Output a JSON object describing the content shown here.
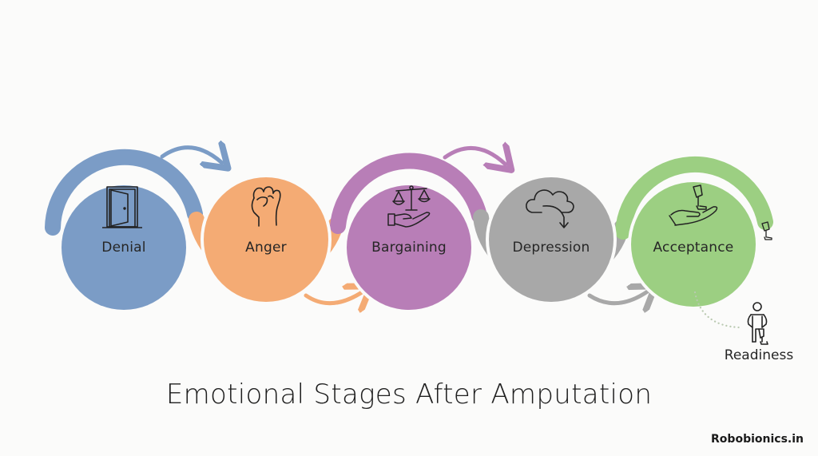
{
  "diagram": {
    "title": "Emotional Stages After Amputation",
    "brand": "Robobionics.in",
    "stages": [
      {
        "label": "Denial",
        "icon": "door-icon",
        "color": "#7b9cc6",
        "arc": "top"
      },
      {
        "label": "Anger",
        "icon": "fist-icon",
        "color": "#f4ab74",
        "arc": "bottom"
      },
      {
        "label": "Bargaining",
        "icon": "scales-hand-icon",
        "color": "#b87eb7",
        "arc": "top"
      },
      {
        "label": "Depression",
        "icon": "cloud-down-arrow-icon",
        "color": "#a8a8a8",
        "arc": "bottom"
      },
      {
        "label": "Acceptance",
        "icon": "hand-prosthetic-leg-icon",
        "color": "#9ccf82",
        "arc": "top"
      }
    ],
    "final": {
      "label": "Readiness",
      "icon": "person-prosthetic-leg-icon",
      "connector": "dotted-line"
    },
    "colors": {
      "background": "#fbfbfa",
      "text": "#262626",
      "line_icon": "#222222"
    }
  }
}
